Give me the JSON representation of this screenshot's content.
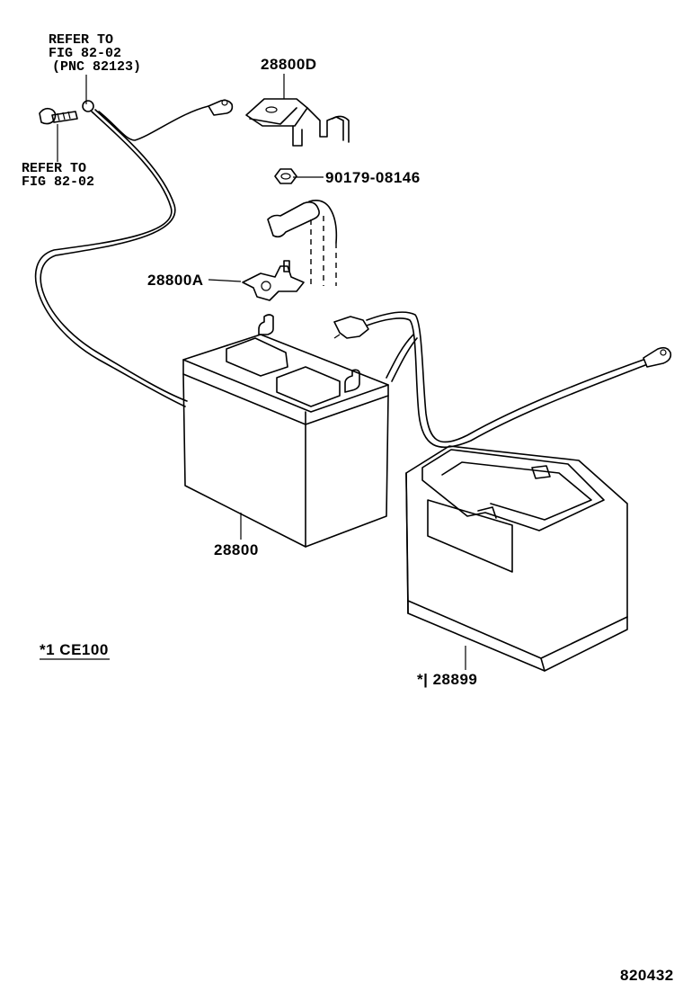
{
  "callouts": {
    "refer_top_line1": "REFER TO",
    "refer_top_line2": "FIG 82-02",
    "refer_top_line3": "(PNC 82123)",
    "refer_left_line1": "REFER TO",
    "refer_left_line2": "FIG 82-02"
  },
  "parts": {
    "clamp": "28800D",
    "nut": "90179-08146",
    "terminal": "28800A",
    "battery": "28800",
    "tray": "*| 28899"
  },
  "footnote": "*1 CE100",
  "figure_number": "820432"
}
